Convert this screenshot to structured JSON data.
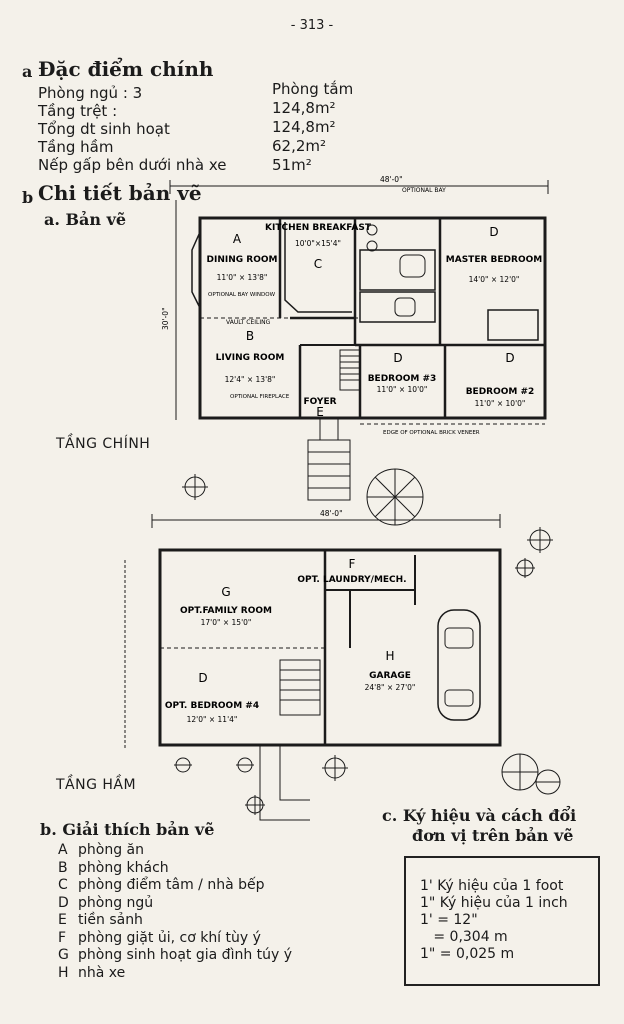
{
  "page_number": "- 313 -",
  "section_a": {
    "bullet": "a",
    "title": "Đặc điểm chính",
    "specs": [
      {
        "label": "Phòng ngủ : 3",
        "value": "Phòng tắm"
      },
      {
        "label": "Tầng trệt :",
        "value": "124,8m²"
      },
      {
        "label": "Tổng dt sinh hoạt",
        "value": "124,8m²"
      },
      {
        "label": "Tầng hầm",
        "value": "62,2m²"
      },
      {
        "label": "Nếp gấp bên dưới nhà xe",
        "value": "51m²"
      }
    ]
  },
  "section_b": {
    "bullet": "b",
    "title": "Chi tiết bản vẽ",
    "sub_a": "a. Bản vẽ"
  },
  "plans": {
    "main_floor_label": "TẦNG CHÍNH",
    "basement_label": "TẦNG HẦM",
    "main_width": "48'-0\"",
    "main_depth": "30'-0\"",
    "basement_width": "48'-0\"",
    "optional_bay": "OPTIONAL BAY",
    "main_rooms": [
      {
        "letter": "A",
        "name": "DINING ROOM",
        "dim": "11'0\" × 13'8\""
      },
      {
        "letter": "C",
        "name": "KITCHEN BREAKFAST",
        "dim": "10'0\"×15'4\""
      },
      {
        "letter": "D",
        "name": "MASTER BEDROOM",
        "dim": "14'0\" × 12'0\""
      },
      {
        "letter": "B",
        "name": "LIVING ROOM",
        "dim": "12'4\" × 13'8\""
      },
      {
        "letter": "E",
        "name": "FOYER",
        "dim": ""
      },
      {
        "letter": "D",
        "name": "BEDROOM #3",
        "dim": "11'0\" × 10'0\""
      },
      {
        "letter": "D",
        "name": "BEDROOM #2",
        "dim": "11'0\" × 10'0\""
      }
    ],
    "main_notes": [
      "OPTIONAL BAY WINDOW",
      "VAULT CEILING",
      "OPTIONAL FIREPLACE",
      "EDGE OF OPTIONAL BRICK VENEER"
    ],
    "basement_rooms": [
      {
        "letter": "F",
        "name": "OPT. LAUNDRY/MECH.",
        "dim": ""
      },
      {
        "letter": "G",
        "name": "OPT.FAMILY ROOM",
        "dim": "17'0\" × 15'0\""
      },
      {
        "letter": "D",
        "name": "OPT. BEDROOM #4",
        "dim": "12'0\" × 11'4\""
      },
      {
        "letter": "H",
        "name": "GARAGE",
        "dim": "24'8\" × 27'0\""
      }
    ]
  },
  "legend": {
    "title": "b. Giải thích bản vẽ",
    "items": [
      {
        "key": "A",
        "text": "phòng ăn"
      },
      {
        "key": "B",
        "text": "phòng khách"
      },
      {
        "key": "C",
        "text": "phòng điểm tâm / nhà bếp"
      },
      {
        "key": "D",
        "text": "phòng ngủ"
      },
      {
        "key": "E",
        "text": "tiền sảnh"
      },
      {
        "key": "F",
        "text": "phòng giặt ủi, cơ khí tùy ý"
      },
      {
        "key": "G",
        "text": "phòng sinh hoạt gia đình túy ý"
      },
      {
        "key": "H",
        "text": "nhà xe"
      }
    ]
  },
  "units": {
    "title_line1": "c. Ký hiệu và cách đổi",
    "title_line2": "đơn vị trên bản vẽ",
    "lines": [
      "1' Ký hiệu của 1 foot",
      "1\" Ký hiệu của 1 inch",
      "1' = 12\"",
      "   = 0,304 m",
      "1\" = 0,025 m"
    ]
  }
}
